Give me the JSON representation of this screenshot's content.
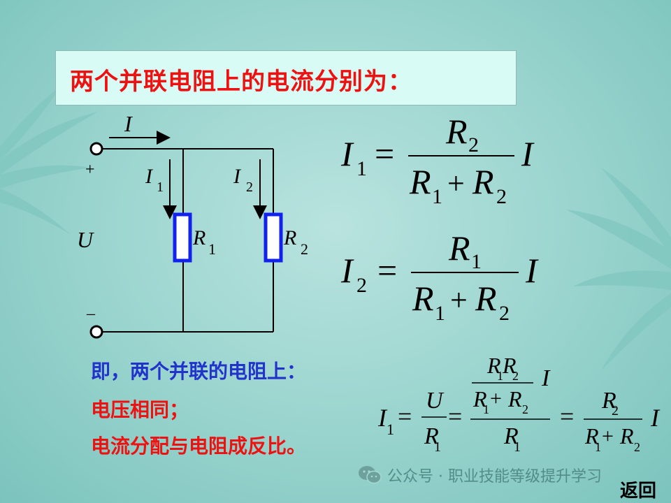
{
  "title": "两个并联电阻上的电流分别为：",
  "circuit": {
    "current_total": "I",
    "current_1": "I",
    "current_1_sub": "1",
    "current_2": "I",
    "current_2_sub": "2",
    "voltage": "U",
    "plus": "+",
    "minus": "–",
    "r1": "R",
    "r1_sub": "1",
    "r2": "R",
    "r2_sub": "2"
  },
  "equations": {
    "sym_I": "I",
    "sym_R": "R",
    "sym_U": "U",
    "eq": "=",
    "plus": "+",
    "sub1": "1",
    "sub2": "2"
  },
  "conclusion": {
    "line1": "即，两个并联的电阻上：",
    "line2": "电压相同；",
    "line3": "电流分配与电阻成反比。"
  },
  "watermark": "公众号 · 职业技能等级提升学习",
  "back_label": "返回",
  "colors": {
    "title_red": "#ee1111",
    "blue_text": "#2233cc",
    "resistor_blue": "#1122ee"
  }
}
